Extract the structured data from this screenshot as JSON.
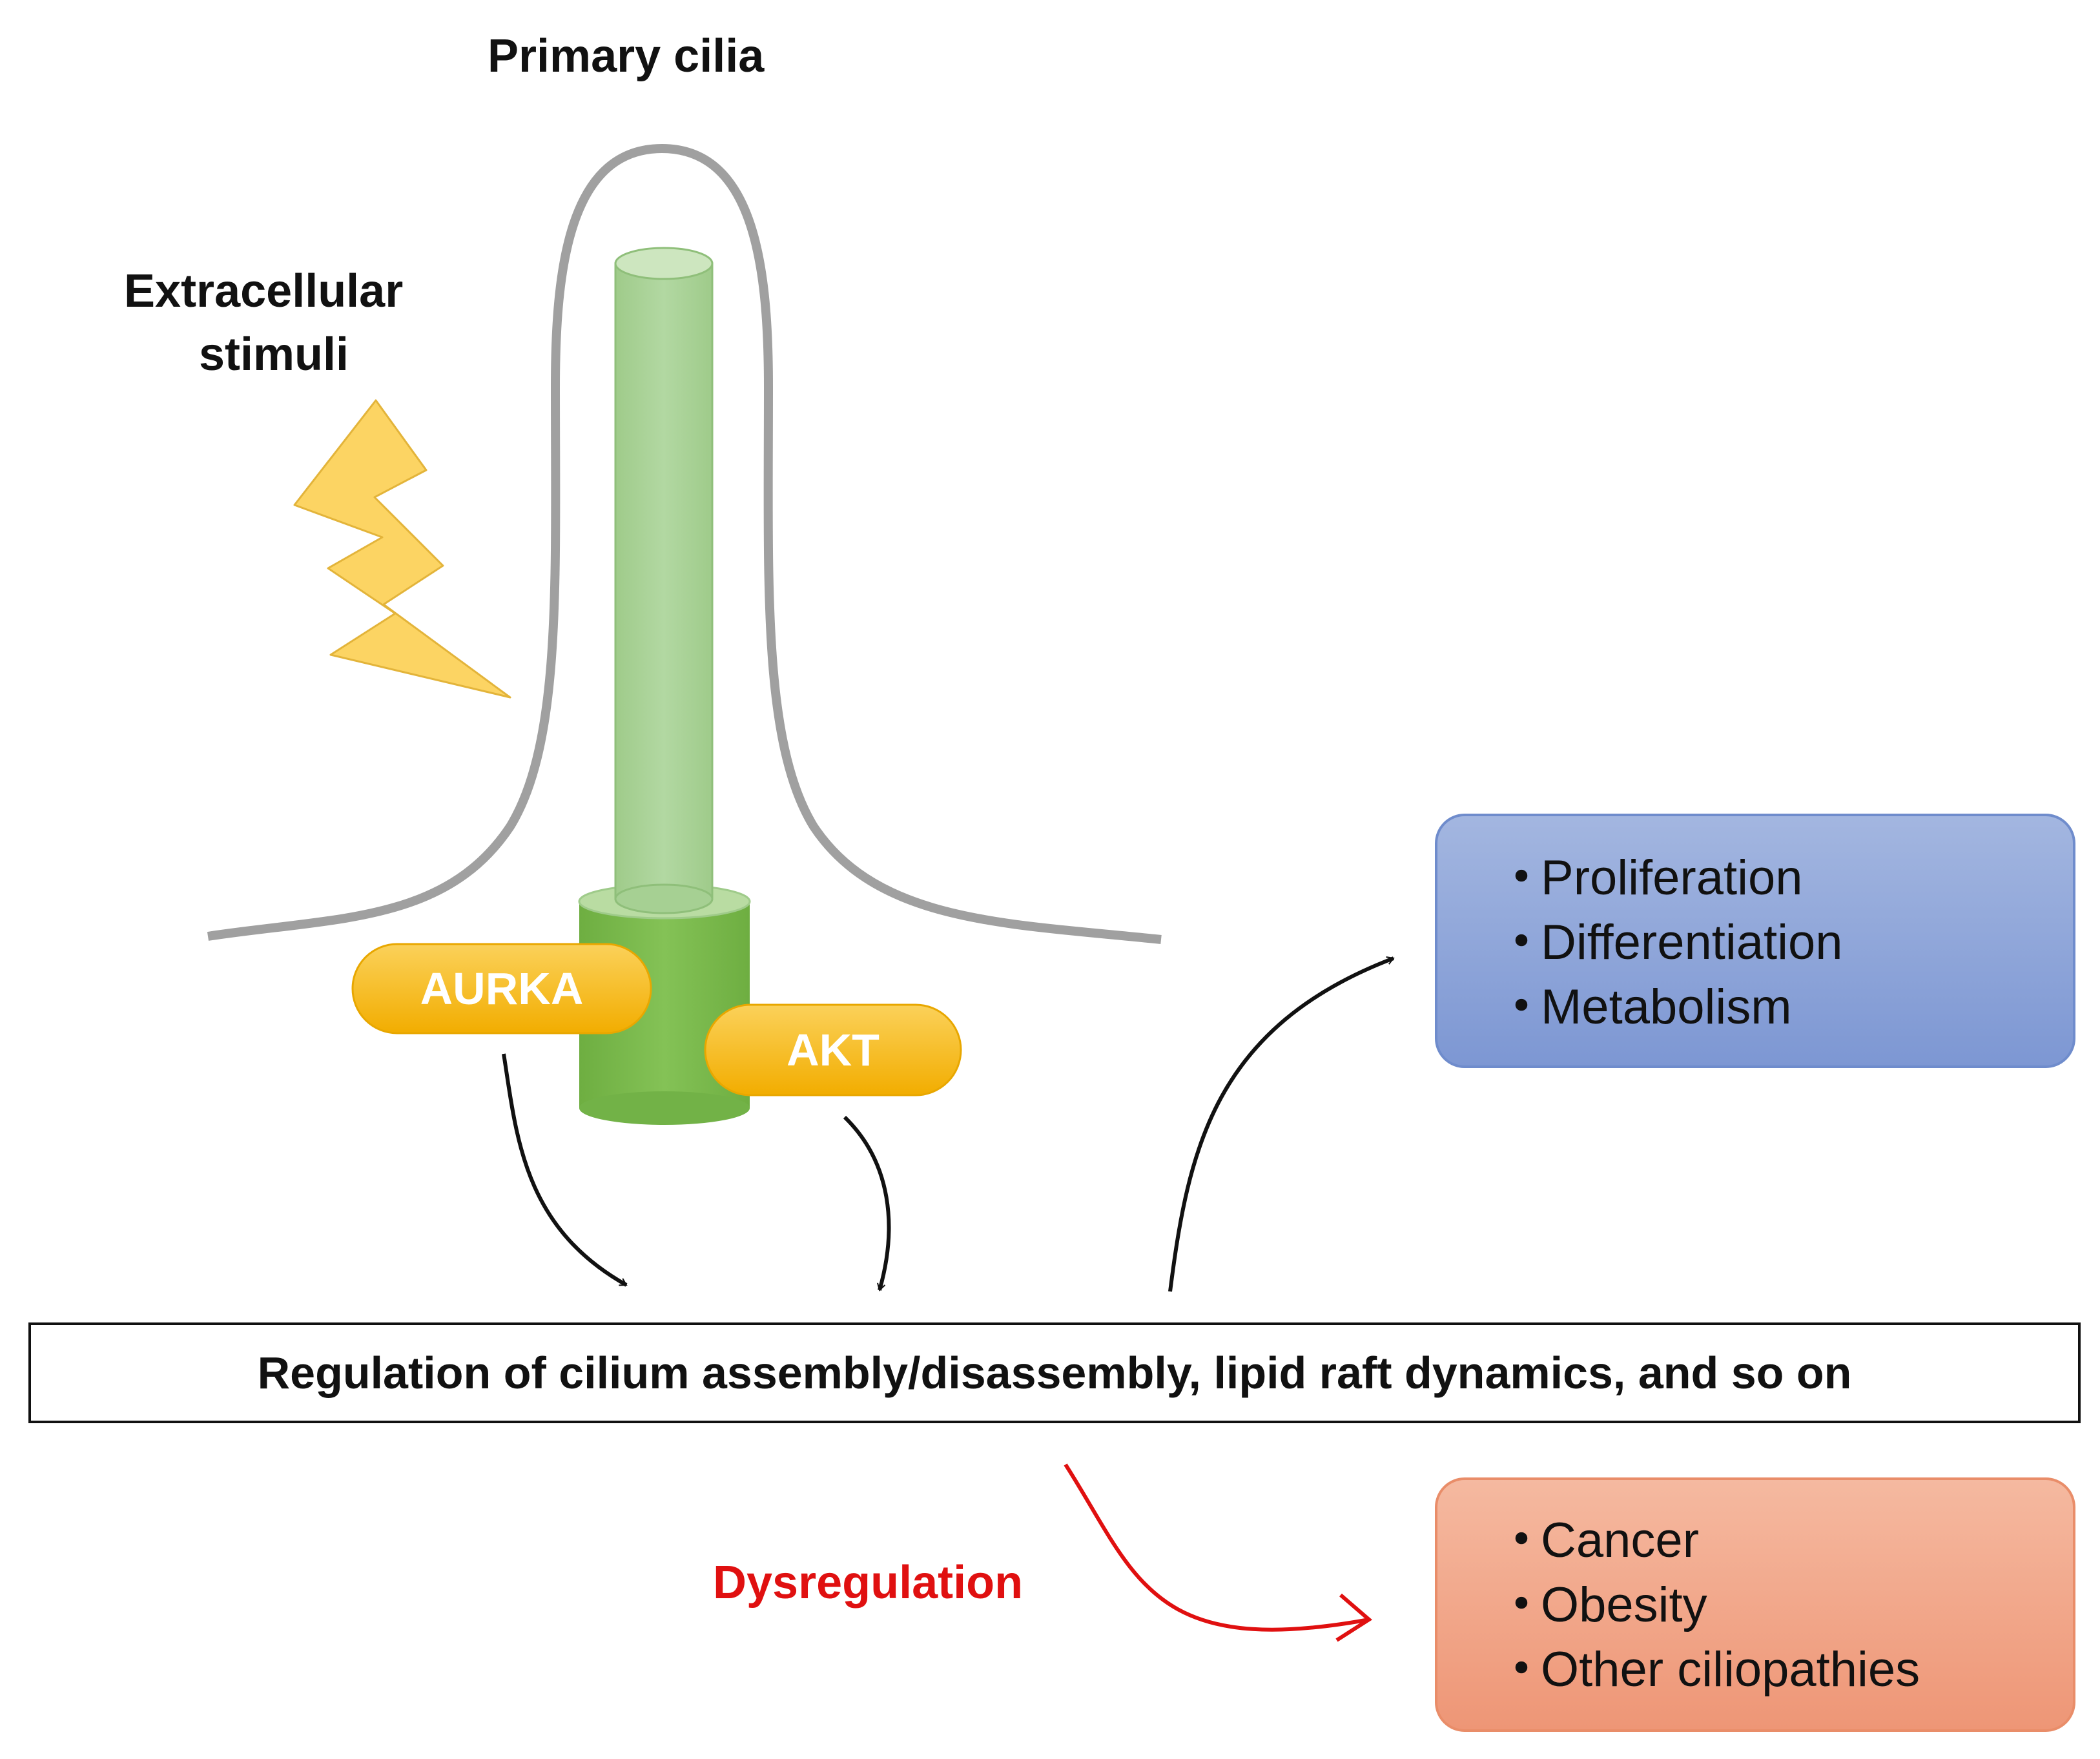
{
  "title": "Primary cilia",
  "stimulus_label": [
    "Extracellular",
    "stimuli"
  ],
  "kinases": {
    "aurka": "AURKA",
    "akt": "AKT"
  },
  "regulation_text": "Regulation of cilium assembly/disassembly, lipid raft dynamics, and so on",
  "outcomes_normal": [
    "Proliferation",
    "Differentiation",
    "Metabolism"
  ],
  "dysregulation_label": "Dysregulation",
  "outcomes_disease": [
    "Cancer",
    "Obesity",
    "Other ciliopathies"
  ],
  "bullet": "・",
  "colors": {
    "membrane": "#a0a0a0",
    "axoneme": "#a6d093",
    "basal_body": "#78b84a",
    "kinase": "#f5b800",
    "lightning": "#fcd463",
    "normal_box": "#8ea6d8",
    "disease_box": "#f2a688",
    "dysregulation": "#e01010"
  }
}
